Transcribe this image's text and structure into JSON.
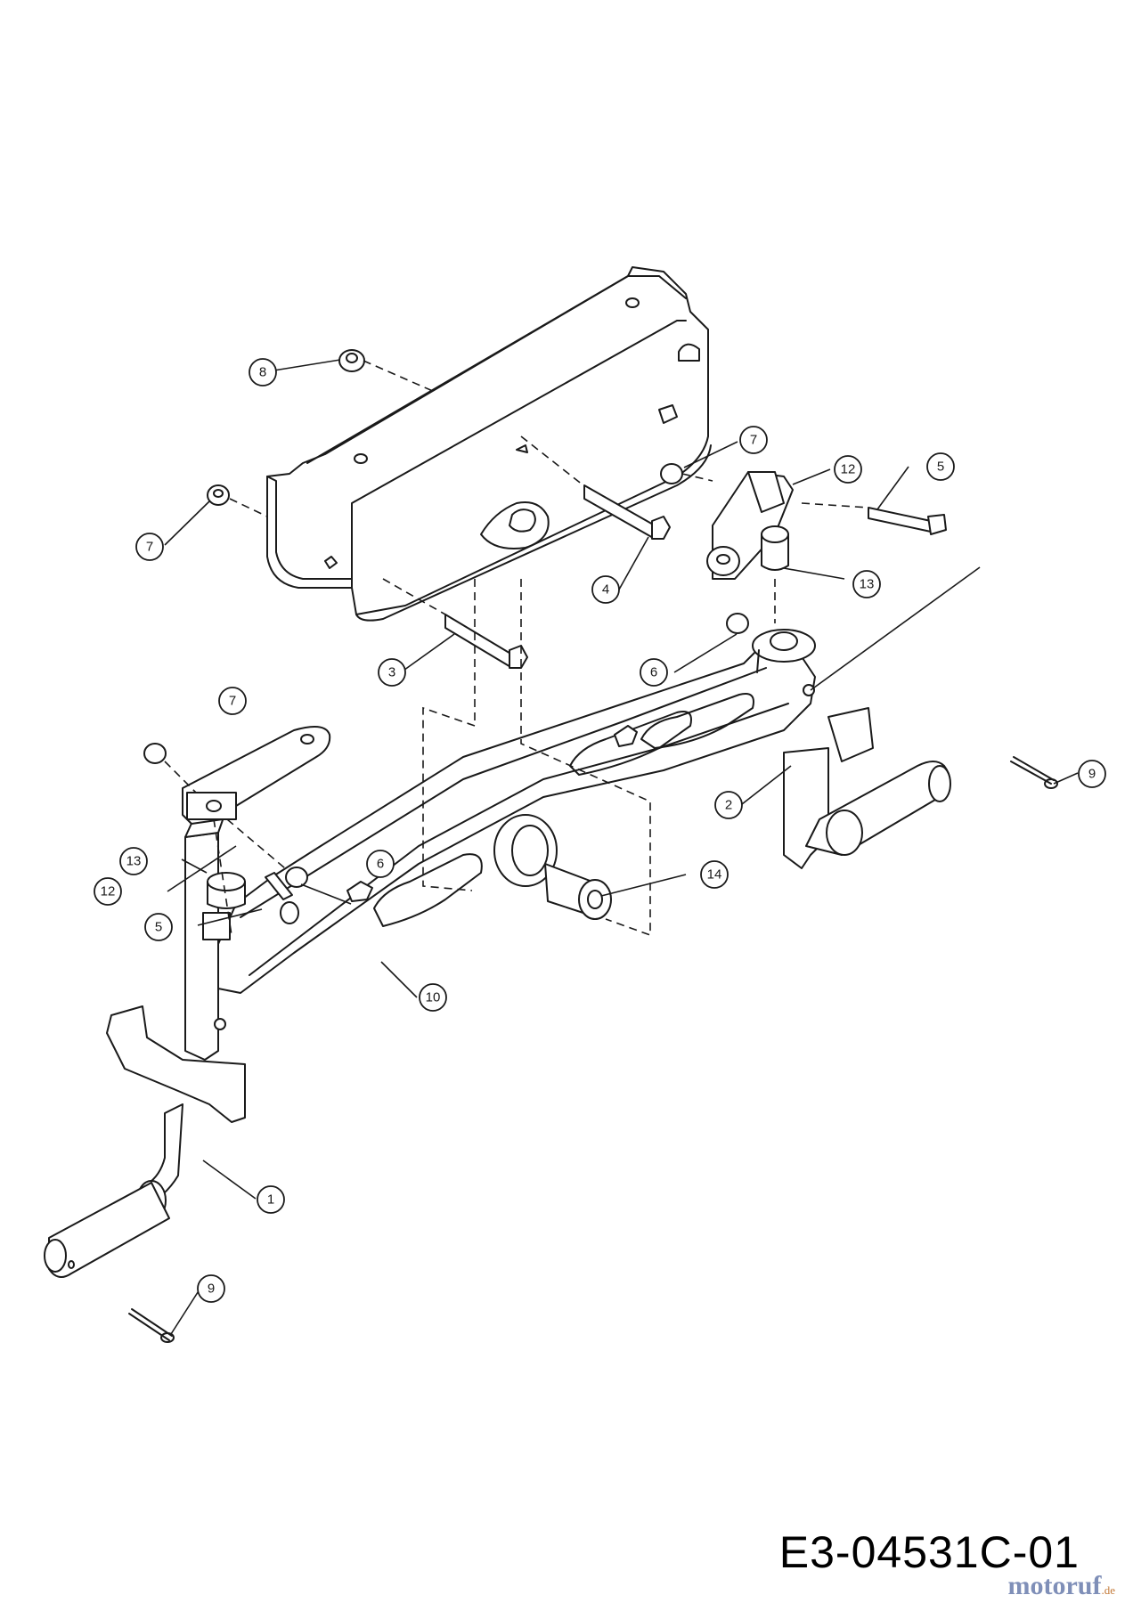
{
  "drawing_code": "E3-04531C-01",
  "watermark": {
    "brand": "motoruf",
    "suffix": ".de"
  },
  "callouts": [
    {
      "id": "c8",
      "label": "8"
    },
    {
      "id": "c7a",
      "label": "7"
    },
    {
      "id": "c7b",
      "label": "7"
    },
    {
      "id": "c7c",
      "label": "7"
    },
    {
      "id": "c4",
      "label": "4"
    },
    {
      "id": "c3",
      "label": "3"
    },
    {
      "id": "c12a",
      "label": "12"
    },
    {
      "id": "c12b",
      "label": "12"
    },
    {
      "id": "c5a",
      "label": "5"
    },
    {
      "id": "c5b",
      "label": "5"
    },
    {
      "id": "c13a",
      "label": "13"
    },
    {
      "id": "c13b",
      "label": "13"
    },
    {
      "id": "c6a",
      "label": "6"
    },
    {
      "id": "c6b",
      "label": "6"
    },
    {
      "id": "c9a",
      "label": "9"
    },
    {
      "id": "c9b",
      "label": "9"
    },
    {
      "id": "c2",
      "label": "2"
    },
    {
      "id": "c14",
      "label": "14"
    },
    {
      "id": "c10",
      "label": "10"
    },
    {
      "id": "c1",
      "label": "1"
    }
  ]
}
